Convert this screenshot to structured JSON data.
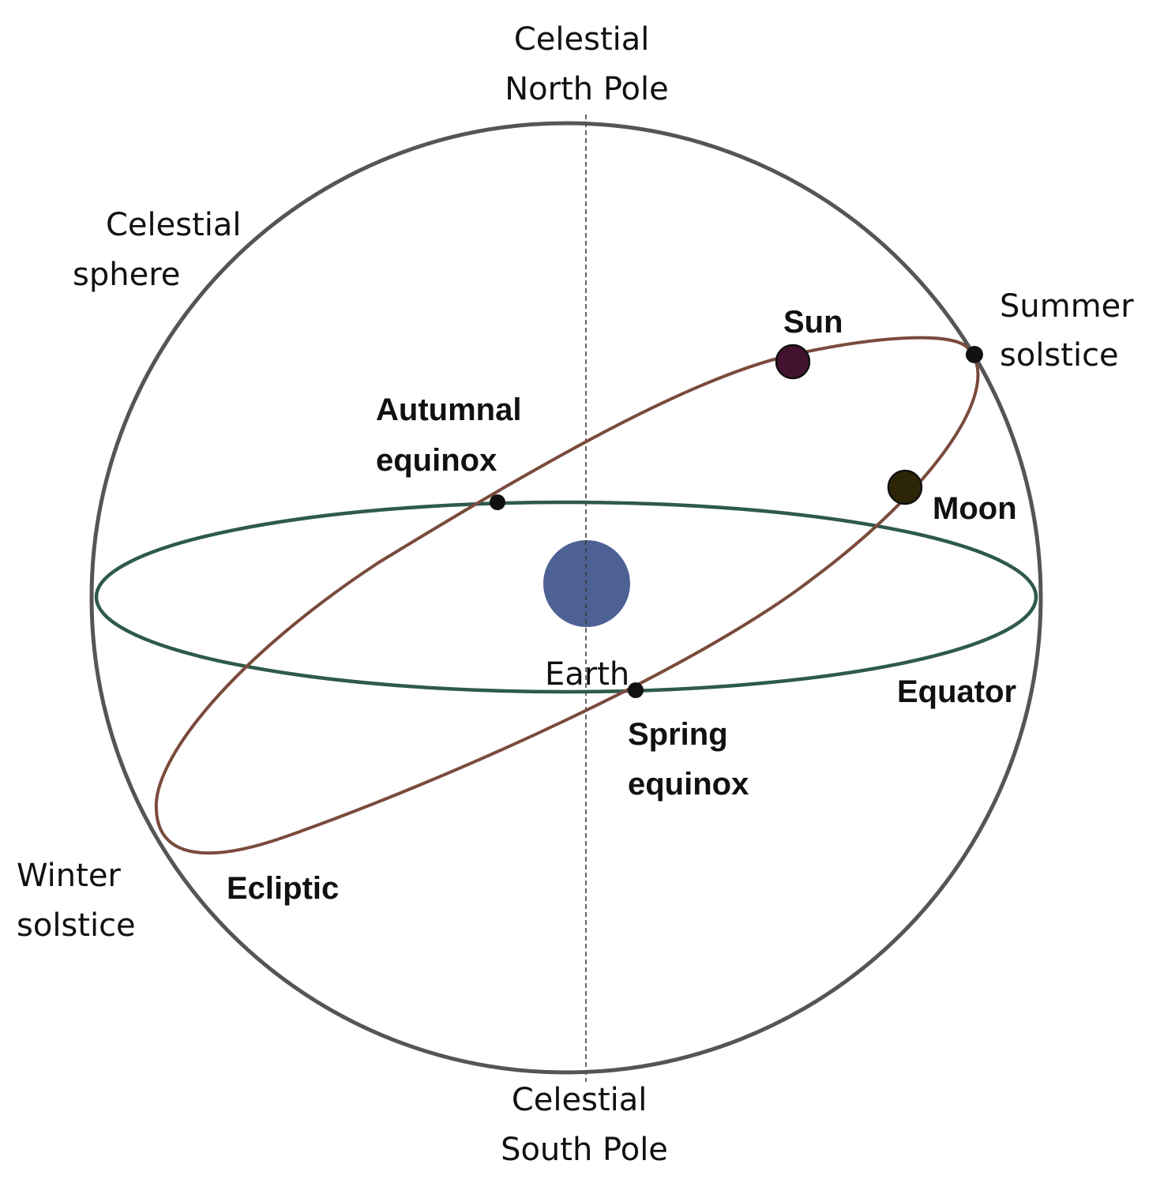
{
  "colors": {
    "sphere": "#555555",
    "ecliptic": "#7a4a3c",
    "equator": "#2e5a4a",
    "earth": "#4e6194",
    "sun": "#43122f",
    "moon": "#2c2508",
    "point": "#111111",
    "axis": "#333333",
    "ecliptic_label": "#8a4632",
    "equator_label": "#2c5344",
    "sun_label": "#3a1c14",
    "moon_label": "#2e2610"
  },
  "labels": {
    "north_pole": [
      "Celestial",
      "North Pole"
    ],
    "south_pole": [
      "Celestial",
      "South Pole"
    ],
    "celestial_sphere": [
      "Celestial",
      "sphere"
    ],
    "summer_solstice": [
      "Summer",
      "solstice"
    ],
    "winter_solstice": [
      "Winter",
      "solstice"
    ],
    "autumnal_equinox": [
      "Autumnal",
      "equinox"
    ],
    "spring_equinox": [
      "Spring",
      "equinox"
    ],
    "sun": "Sun",
    "moon": "Moon",
    "earth": "Earth",
    "equator": "Equator",
    "ecliptic": "Ecliptic"
  }
}
